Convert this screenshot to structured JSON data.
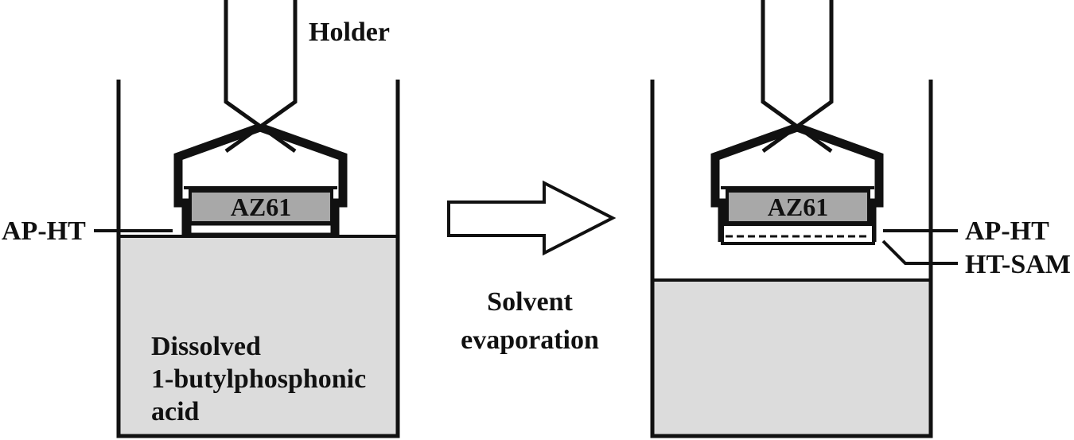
{
  "labels": {
    "holder": "Holder",
    "substrate": "AZ61",
    "coating_left": "AP-HT",
    "coating_right": "AP-HT",
    "sam": "HT-SAM",
    "solution_line1": "Dissolved",
    "solution_line2": "1-butylphosphonic",
    "solution_line3": "acid",
    "process_line1": "Solvent",
    "process_line2": "evaporation"
  },
  "colors": {
    "line": "#111111",
    "liquid": "#dcdcdc",
    "substrate": "#a8a8a8",
    "background": "#ffffff"
  }
}
